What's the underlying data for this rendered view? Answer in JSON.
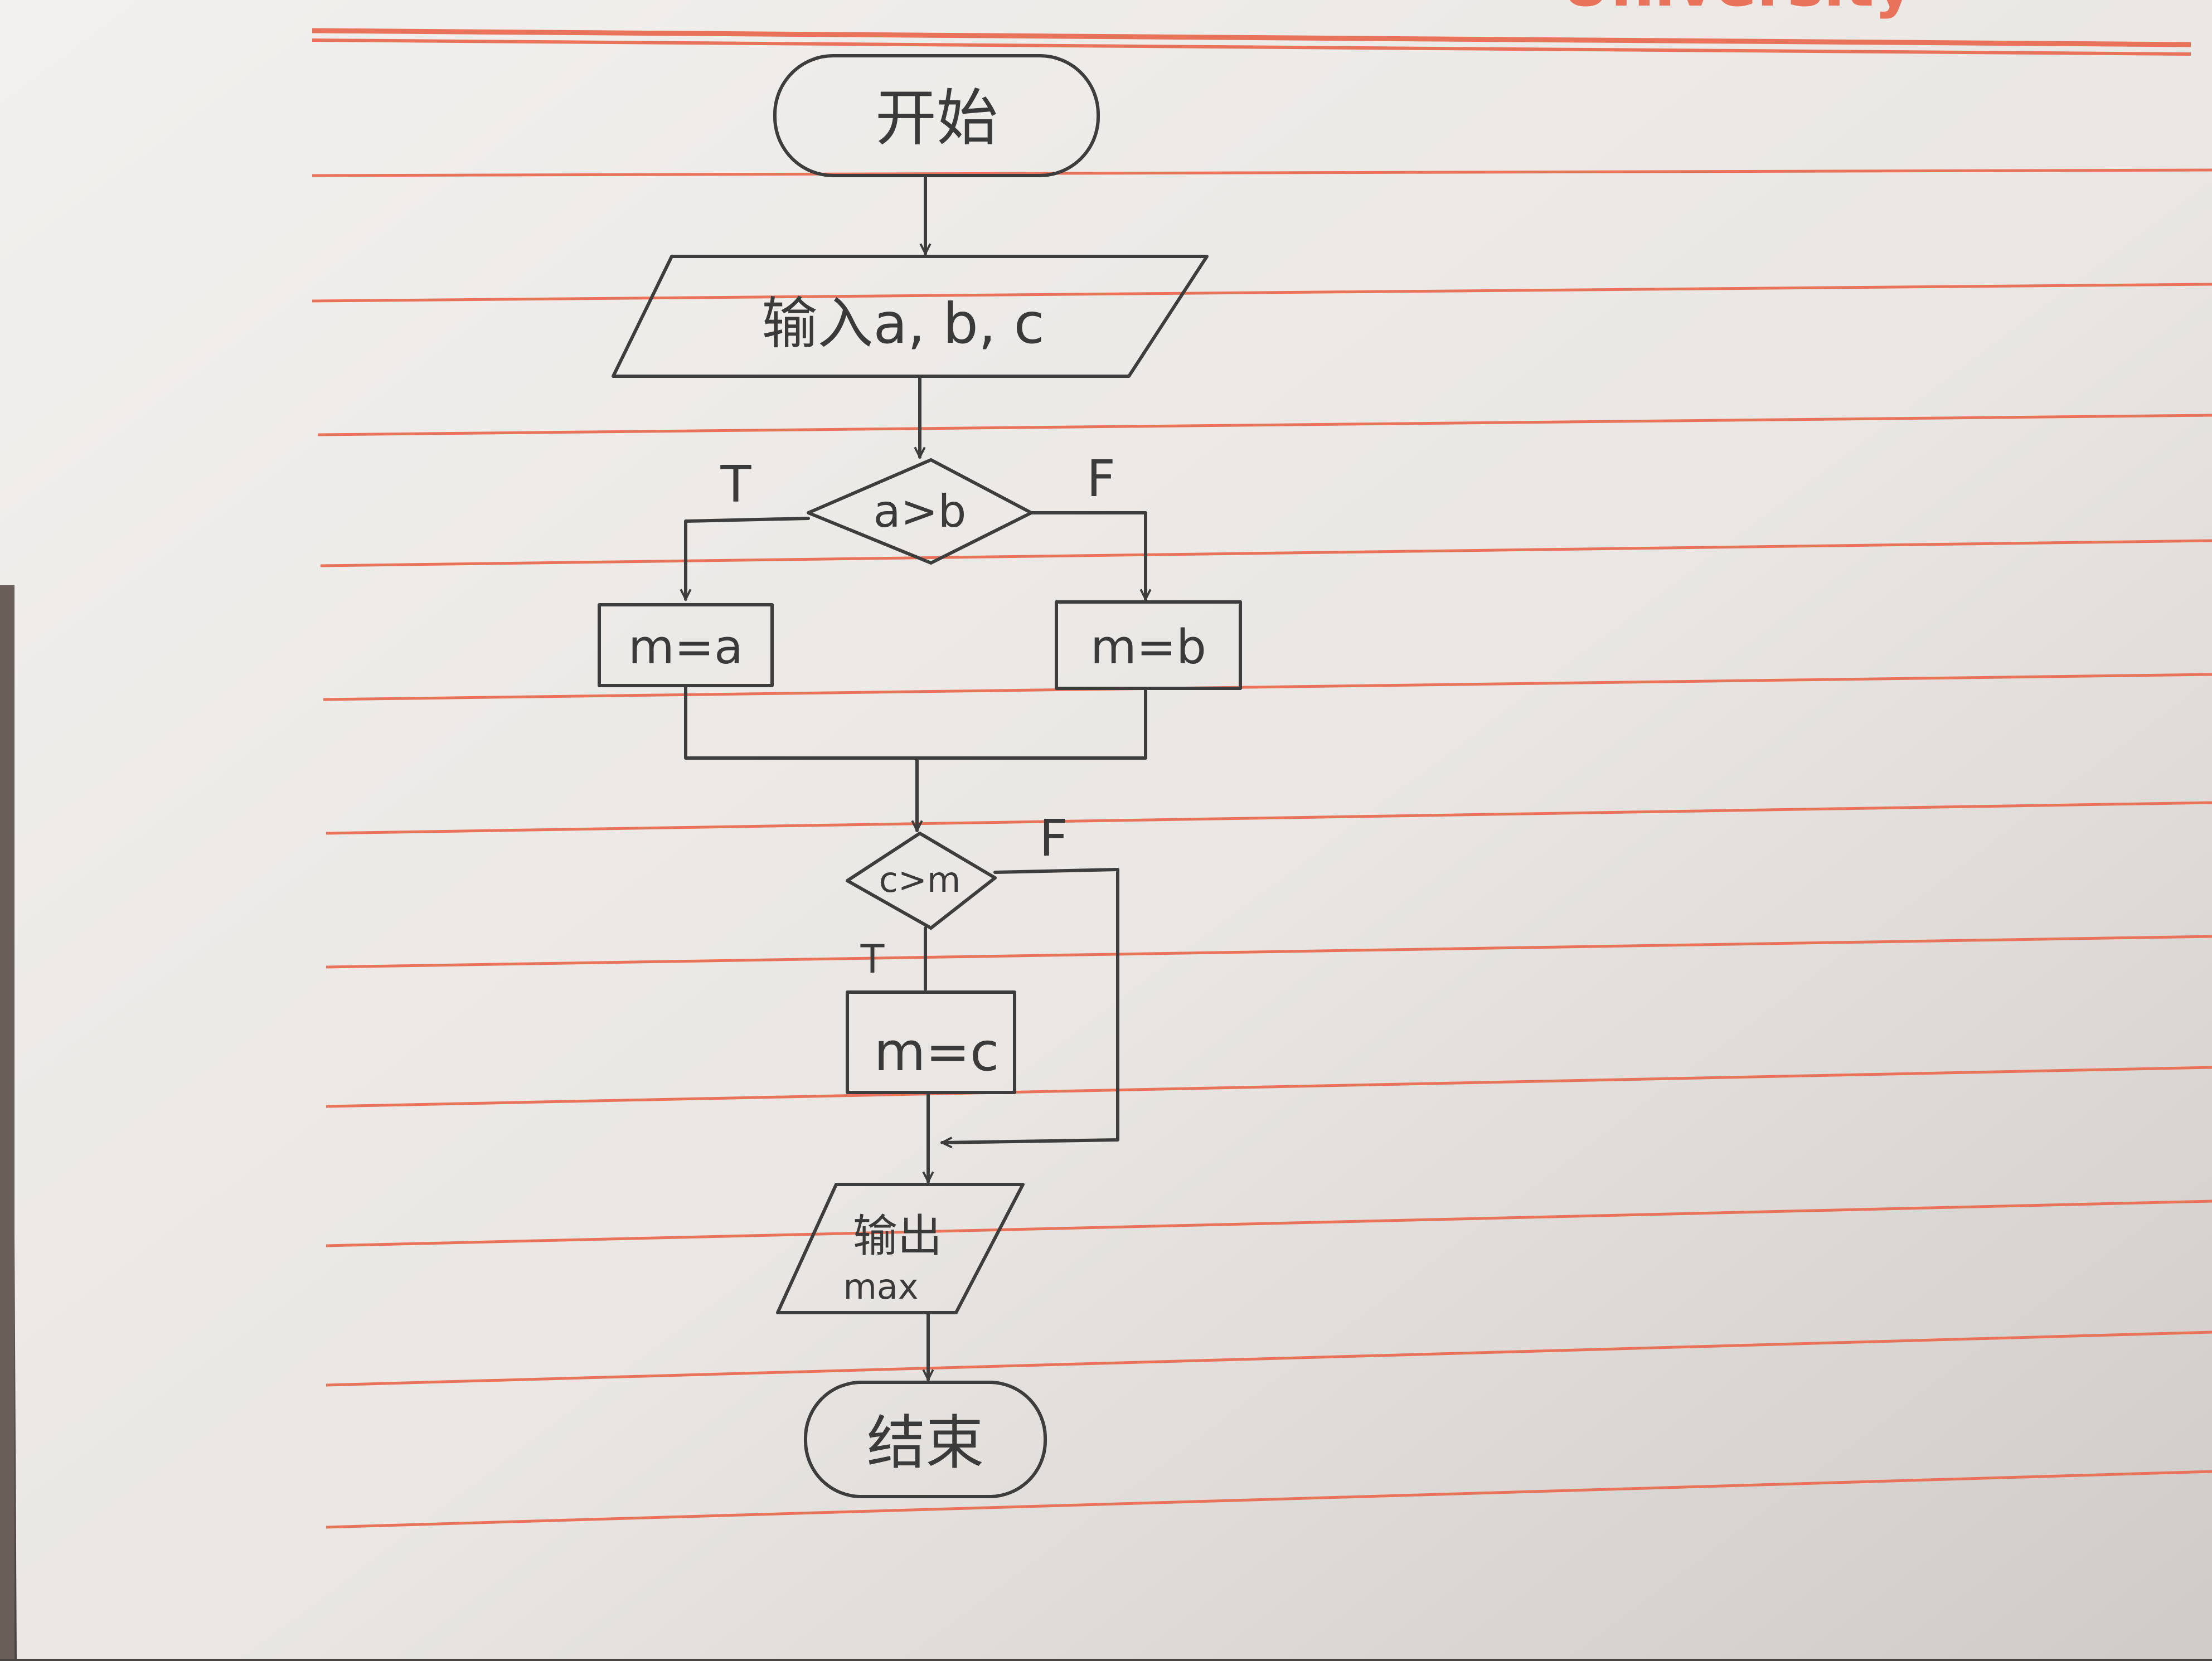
{
  "paper": {
    "header_text": "University",
    "rule_color": "#e8735a",
    "ink_color": "#3d3d3d",
    "paper_color": "#eeebe8"
  },
  "flowchart": {
    "start": "开始",
    "input": "输入a, b, c",
    "decision1": "a>b",
    "decision1_true": "T",
    "decision1_false": "F",
    "assign_a": "m=a",
    "assign_b": "m=b",
    "decision2": "c>m",
    "decision2_true": "T",
    "decision2_false": "F",
    "assign_c": "m=c",
    "output_line1": "输出",
    "output_line2": "max",
    "end": "结束"
  }
}
